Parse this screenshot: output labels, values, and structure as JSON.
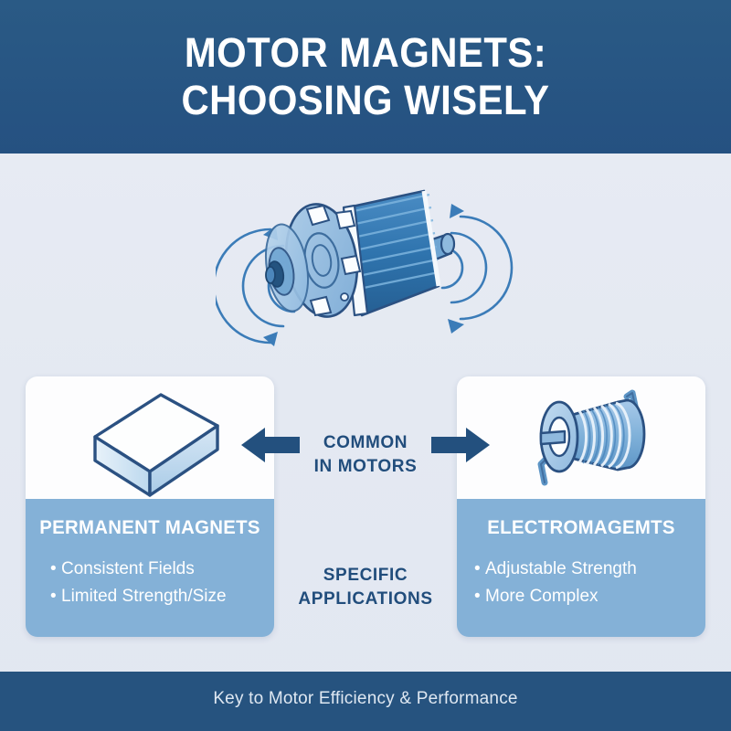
{
  "colors": {
    "header_band": "#255181",
    "footer_band": "#26537f",
    "page_background": "#e7ebf3",
    "card_body_blue": "#84b1d7",
    "card_visual_white": "#fdfdfe",
    "arrow_navy": "#23507e",
    "accent_outline": "#2b5182",
    "illustration_blue": "#3b7cb8",
    "heading_text": "#ffffff",
    "center_label_text": "#214d7c",
    "footer_text": "#dfe8f2"
  },
  "header": {
    "title_line1": "MOTOR MAGNETS:",
    "title_line2": "CHOOSING WISELY"
  },
  "illustration": {
    "name": "electric-motor-rotor",
    "alt": "Electric motor rotor with magnetic field arcs and rotation arrows"
  },
  "cards": [
    {
      "id": "permanent-magnets",
      "heading": "PERMANENT MAGNETS",
      "icon": "bar-magnet-icon",
      "bullets": [
        "Consistent Fields",
        "Limited Strength/Size"
      ]
    },
    {
      "id": "electromagnets",
      "heading": "ELECTROMAGEMTS",
      "icon": "coil-electromagnet-icon",
      "bullets": [
        "Adjustable Strength",
        "More Complex"
      ]
    }
  ],
  "center": {
    "common_line1": "COMMON",
    "common_line2": "IN MOTORS",
    "specific_line1": "SPECIFIC",
    "specific_line2": "APPLICATIONS",
    "left_arrow": "arrow-left-icon",
    "right_arrow": "arrow-right-icon"
  },
  "footer": {
    "tagline": "Key to Motor Efficiency & Performance"
  }
}
